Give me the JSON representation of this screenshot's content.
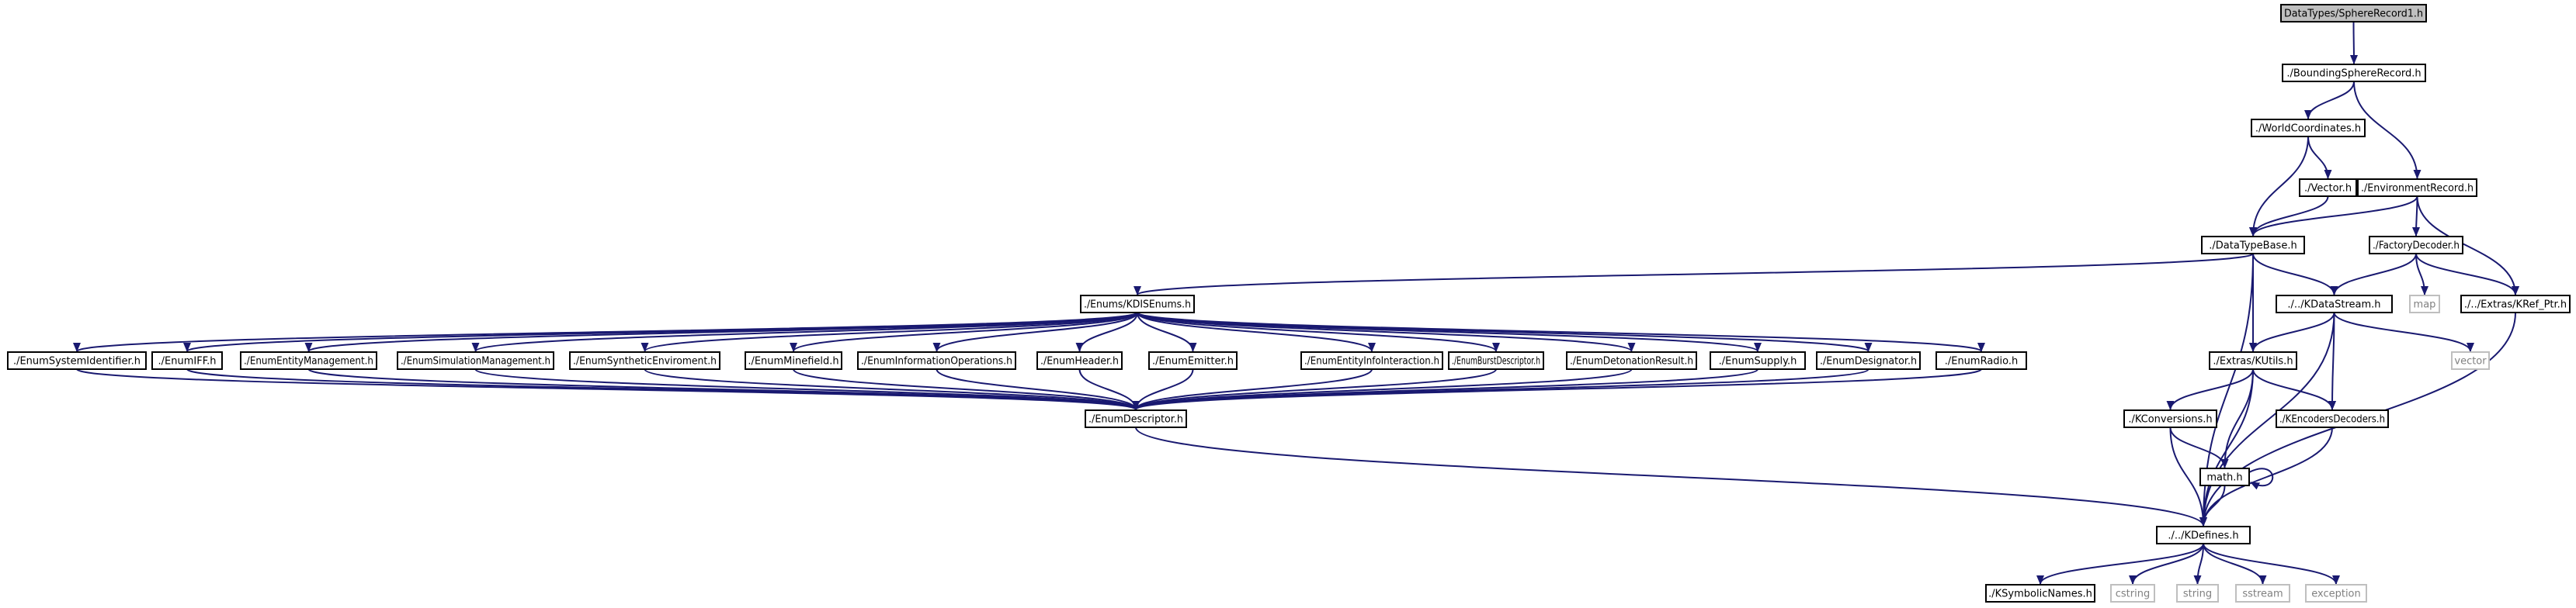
{
  "colors": {
    "background": "#ffffff",
    "node_border": "#000000",
    "node_text": "#000000",
    "root_fill": "#bfbfbf",
    "external_border": "#bfbfbf",
    "external_text": "#808080",
    "edge": "#191970"
  },
  "nodes": [
    {
      "id": "root",
      "label": "DataTypes/SphereRecord1.h",
      "kind": "root"
    },
    {
      "id": "bsr",
      "label": "./BoundingSphereRecord.h",
      "kind": "file"
    },
    {
      "id": "wc",
      "label": "./WorldCoordinates.h",
      "kind": "file"
    },
    {
      "id": "er",
      "label": "./EnvironmentRecord.h",
      "kind": "file"
    },
    {
      "id": "vec",
      "label": "./Vector.h",
      "kind": "file"
    },
    {
      "id": "dtb",
      "label": "./DataTypeBase.h",
      "kind": "file"
    },
    {
      "id": "fd",
      "label": "./FactoryDecoder.h",
      "kind": "file"
    },
    {
      "id": "kdis",
      "label": "./Enums/KDISEnums.h",
      "kind": "file"
    },
    {
      "id": "ds",
      "label": "./../KDataStream.h",
      "kind": "file"
    },
    {
      "id": "map",
      "label": "map",
      "kind": "external"
    },
    {
      "id": "kref",
      "label": "./../Extras/KRef_Ptr.h",
      "kind": "file"
    },
    {
      "id": "e1",
      "label": "./EnumSystemIdentifier.h",
      "kind": "file"
    },
    {
      "id": "e2",
      "label": "./EnumIFF.h",
      "kind": "file"
    },
    {
      "id": "e3",
      "label": "./EnumEntityManagement.h",
      "kind": "file"
    },
    {
      "id": "e4",
      "label": "./EnumSimulationManagement.h",
      "kind": "file"
    },
    {
      "id": "e5",
      "label": "./EnumSyntheticEnviroment.h",
      "kind": "file"
    },
    {
      "id": "e6",
      "label": "./EnumMinefield.h",
      "kind": "file"
    },
    {
      "id": "e7",
      "label": "./EnumInformationOperations.h",
      "kind": "file"
    },
    {
      "id": "e8",
      "label": "./EnumHeader.h",
      "kind": "file"
    },
    {
      "id": "e9",
      "label": "./EnumEmitter.h",
      "kind": "file"
    },
    {
      "id": "e10",
      "label": "./EnumEntityInfoInteraction.h",
      "kind": "file"
    },
    {
      "id": "e11",
      "label": "./EnumBurstDescriptor.h",
      "kind": "file"
    },
    {
      "id": "e12",
      "label": "./EnumDetonationResult.h",
      "kind": "file"
    },
    {
      "id": "e13",
      "label": "./EnumSupply.h",
      "kind": "file"
    },
    {
      "id": "e14",
      "label": "./EnumDesignator.h",
      "kind": "file"
    },
    {
      "id": "e15",
      "label": "./EnumRadio.h",
      "kind": "file"
    },
    {
      "id": "ku",
      "label": "./Extras/KUtils.h",
      "kind": "file"
    },
    {
      "id": "vector",
      "label": "vector",
      "kind": "external"
    },
    {
      "id": "ed",
      "label": "./EnumDescriptor.h",
      "kind": "file"
    },
    {
      "id": "kc",
      "label": "./KConversions.h",
      "kind": "file"
    },
    {
      "id": "ked",
      "label": "./KEncodersDecoders.h",
      "kind": "file"
    },
    {
      "id": "math",
      "label": "math.h",
      "kind": "file"
    },
    {
      "id": "kdef",
      "label": "./../KDefines.h",
      "kind": "file"
    },
    {
      "id": "ksym",
      "label": "./KSymbolicNames.h",
      "kind": "file"
    },
    {
      "id": "cstring",
      "label": "cstring",
      "kind": "external"
    },
    {
      "id": "string",
      "label": "string",
      "kind": "external"
    },
    {
      "id": "sstream",
      "label": "sstream",
      "kind": "external"
    },
    {
      "id": "exception",
      "label": "exception",
      "kind": "external"
    }
  ],
  "edges": [
    [
      "root",
      "bsr"
    ],
    [
      "bsr",
      "wc"
    ],
    [
      "bsr",
      "er"
    ],
    [
      "wc",
      "vec"
    ],
    [
      "wc",
      "dtb"
    ],
    [
      "vec",
      "dtb"
    ],
    [
      "er",
      "dtb"
    ],
    [
      "er",
      "fd"
    ],
    [
      "er",
      "kref"
    ],
    [
      "dtb",
      "kdis"
    ],
    [
      "dtb",
      "ds"
    ],
    [
      "dtb",
      "ku"
    ],
    [
      "dtb",
      "kdef"
    ],
    [
      "fd",
      "ds"
    ],
    [
      "fd",
      "map"
    ],
    [
      "fd",
      "kref"
    ],
    [
      "ds",
      "ku"
    ],
    [
      "ds",
      "vector"
    ],
    [
      "ds",
      "ked"
    ],
    [
      "ds",
      "kdef"
    ],
    [
      "kref",
      "kdef"
    ],
    [
      "kdis",
      "e1"
    ],
    [
      "kdis",
      "e2"
    ],
    [
      "kdis",
      "e3"
    ],
    [
      "kdis",
      "e4"
    ],
    [
      "kdis",
      "e5"
    ],
    [
      "kdis",
      "e6"
    ],
    [
      "kdis",
      "e7"
    ],
    [
      "kdis",
      "e8"
    ],
    [
      "kdis",
      "e9"
    ],
    [
      "kdis",
      "e10"
    ],
    [
      "kdis",
      "e11"
    ],
    [
      "kdis",
      "e12"
    ],
    [
      "kdis",
      "e13"
    ],
    [
      "kdis",
      "e14"
    ],
    [
      "kdis",
      "e15"
    ],
    [
      "e1",
      "ed"
    ],
    [
      "e2",
      "ed"
    ],
    [
      "e3",
      "ed"
    ],
    [
      "e4",
      "ed"
    ],
    [
      "e5",
      "ed"
    ],
    [
      "e6",
      "ed"
    ],
    [
      "e7",
      "ed"
    ],
    [
      "e8",
      "ed"
    ],
    [
      "e9",
      "ed"
    ],
    [
      "e10",
      "ed"
    ],
    [
      "e11",
      "ed"
    ],
    [
      "e12",
      "ed"
    ],
    [
      "e13",
      "ed"
    ],
    [
      "e14",
      "ed"
    ],
    [
      "e15",
      "ed"
    ],
    [
      "ed",
      "kdef"
    ],
    [
      "ku",
      "kc"
    ],
    [
      "ku",
      "ked"
    ],
    [
      "ku",
      "math"
    ],
    [
      "ku",
      "kdef"
    ],
    [
      "kc",
      "math"
    ],
    [
      "kc",
      "kdef"
    ],
    [
      "ked",
      "kdef"
    ],
    [
      "math",
      "math"
    ],
    [
      "math",
      "kdef"
    ],
    [
      "kdef",
      "ksym"
    ],
    [
      "kdef",
      "cstring"
    ],
    [
      "kdef",
      "string"
    ],
    [
      "kdef",
      "sstream"
    ],
    [
      "kdef",
      "exception"
    ]
  ]
}
